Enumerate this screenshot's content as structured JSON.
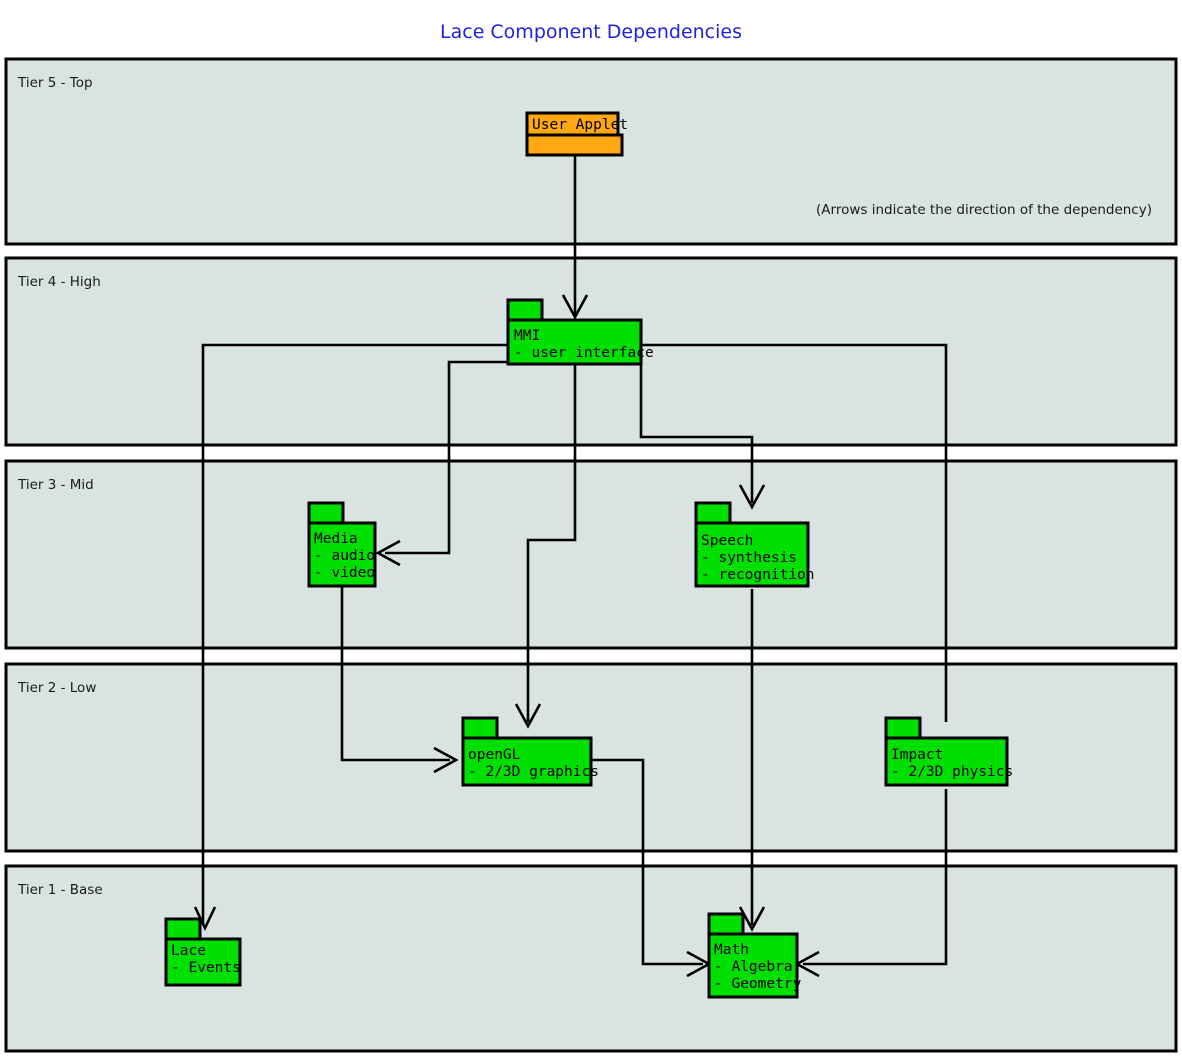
{
  "diagram": {
    "title": "Lace Component Dependencies",
    "note": "(Arrows indicate the direction of the dependency)",
    "colors": {
      "title": "#2222dd",
      "tier_band_fill": "#d9e3e2",
      "package_green": "#00e000",
      "package_orange": "#ffa812",
      "outline": "#000000",
      "page_background": "#ffffff"
    },
    "tiers": [
      {
        "id": "tier5",
        "label": "Tier 5 - Top"
      },
      {
        "id": "tier4",
        "label": "Tier 4 - High"
      },
      {
        "id": "tier3",
        "label": "Tier 3 - Mid"
      },
      {
        "id": "tier2",
        "label": "Tier 2 - Low"
      },
      {
        "id": "tier1",
        "label": "Tier 1 - Base"
      }
    ],
    "packages": [
      {
        "id": "user-applet",
        "tier": "Tier 5 - Top",
        "name": "User Applet",
        "details": [],
        "color": "#ffa812",
        "name_in_tab": true
      },
      {
        "id": "mmi",
        "tier": "Tier 4 - High",
        "name": "MMI",
        "details": [
          "- user interface"
        ],
        "color": "#00e000",
        "name_in_tab": false
      },
      {
        "id": "media",
        "tier": "Tier 3 - Mid",
        "name": "Media",
        "details": [
          "- audio",
          "- video"
        ],
        "color": "#00e000",
        "name_in_tab": false
      },
      {
        "id": "speech",
        "tier": "Tier 3 - Mid",
        "name": "Speech",
        "details": [
          "- synthesis",
          "- recognition"
        ],
        "color": "#00e000",
        "name_in_tab": false
      },
      {
        "id": "opengl",
        "tier": "Tier 2 - Low",
        "name": "openGL",
        "details": [
          "- 2/3D graphics"
        ],
        "color": "#00e000",
        "name_in_tab": false
      },
      {
        "id": "impact",
        "tier": "Tier 2 - Low",
        "name": "Impact",
        "details": [
          "- 2/3D physics"
        ],
        "color": "#00e000",
        "name_in_tab": false
      },
      {
        "id": "lace",
        "tier": "Tier 1 - Base",
        "name": "Lace",
        "details": [
          "- Events"
        ],
        "color": "#00e000",
        "name_in_tab": false
      },
      {
        "id": "math",
        "tier": "Tier 1 - Base",
        "name": "Math",
        "details": [
          "- Algebra",
          "- Geometry"
        ],
        "color": "#00e000",
        "name_in_tab": false
      }
    ],
    "dependencies": [
      {
        "from": "User Applet",
        "to": "MMI"
      },
      {
        "from": "MMI",
        "to": "Lace"
      },
      {
        "from": "MMI",
        "to": "Media"
      },
      {
        "from": "MMI",
        "to": "openGL"
      },
      {
        "from": "MMI",
        "to": "Speech"
      },
      {
        "from": "MMI",
        "to": "Math"
      },
      {
        "from": "Media",
        "to": "openGL"
      },
      {
        "from": "Speech",
        "to": "Math"
      },
      {
        "from": "openGL",
        "to": "Math"
      },
      {
        "from": "Impact",
        "to": "Math"
      }
    ]
  }
}
